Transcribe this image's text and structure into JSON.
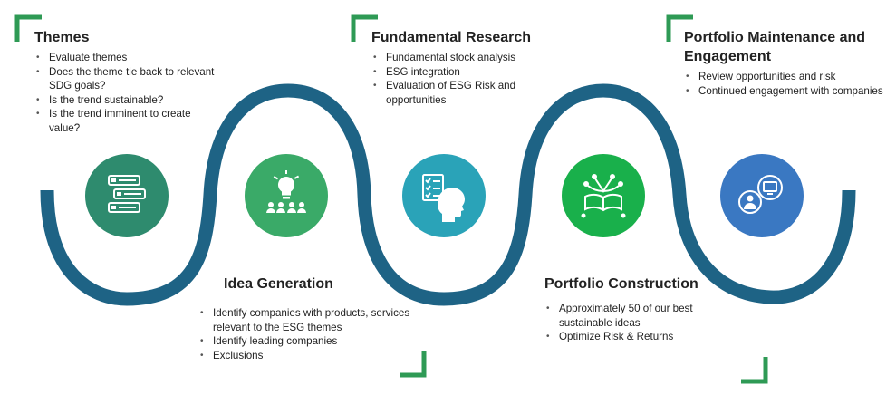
{
  "steps": [
    {
      "title": "Themes",
      "bullets": [
        "Evaluate themes",
        "Does the theme tie back to relevant SDG goals?",
        "Is the trend sustainable?",
        "Is the trend imminent to create value?"
      ],
      "icon": "checklist-cards-icon",
      "color": "#2e8b6e"
    },
    {
      "title": "Idea Generation",
      "bullets": [
        "Identify companies with products, services relevant to the ESG themes",
        "Identify leading companies",
        "Exclusions"
      ],
      "icon": "lightbulb-team-icon",
      "color": "#3aaa68"
    },
    {
      "title": "Fundamental Research",
      "bullets": [
        "Fundamental stock analysis",
        "ESG integration",
        "Evaluation of ESG Risk and opportunities"
      ],
      "icon": "head-checklist-icon",
      "color": "#2aa3b8"
    },
    {
      "title": "Portfolio Construction",
      "bullets": [
        "Approximately 50 of our best sustainable ideas",
        "Optimize Risk & Returns"
      ],
      "icon": "book-network-icon",
      "color": "#19b04b"
    },
    {
      "title": "Portfolio Maintenance and Engagement",
      "bullets": [
        "Review opportunities  and risk",
        "Continued engagement with companies"
      ],
      "icon": "monitor-user-icon",
      "color": "#3a78c2"
    }
  ],
  "colors": {
    "wave": "#1e6385",
    "bracket": "#2e9a55"
  }
}
